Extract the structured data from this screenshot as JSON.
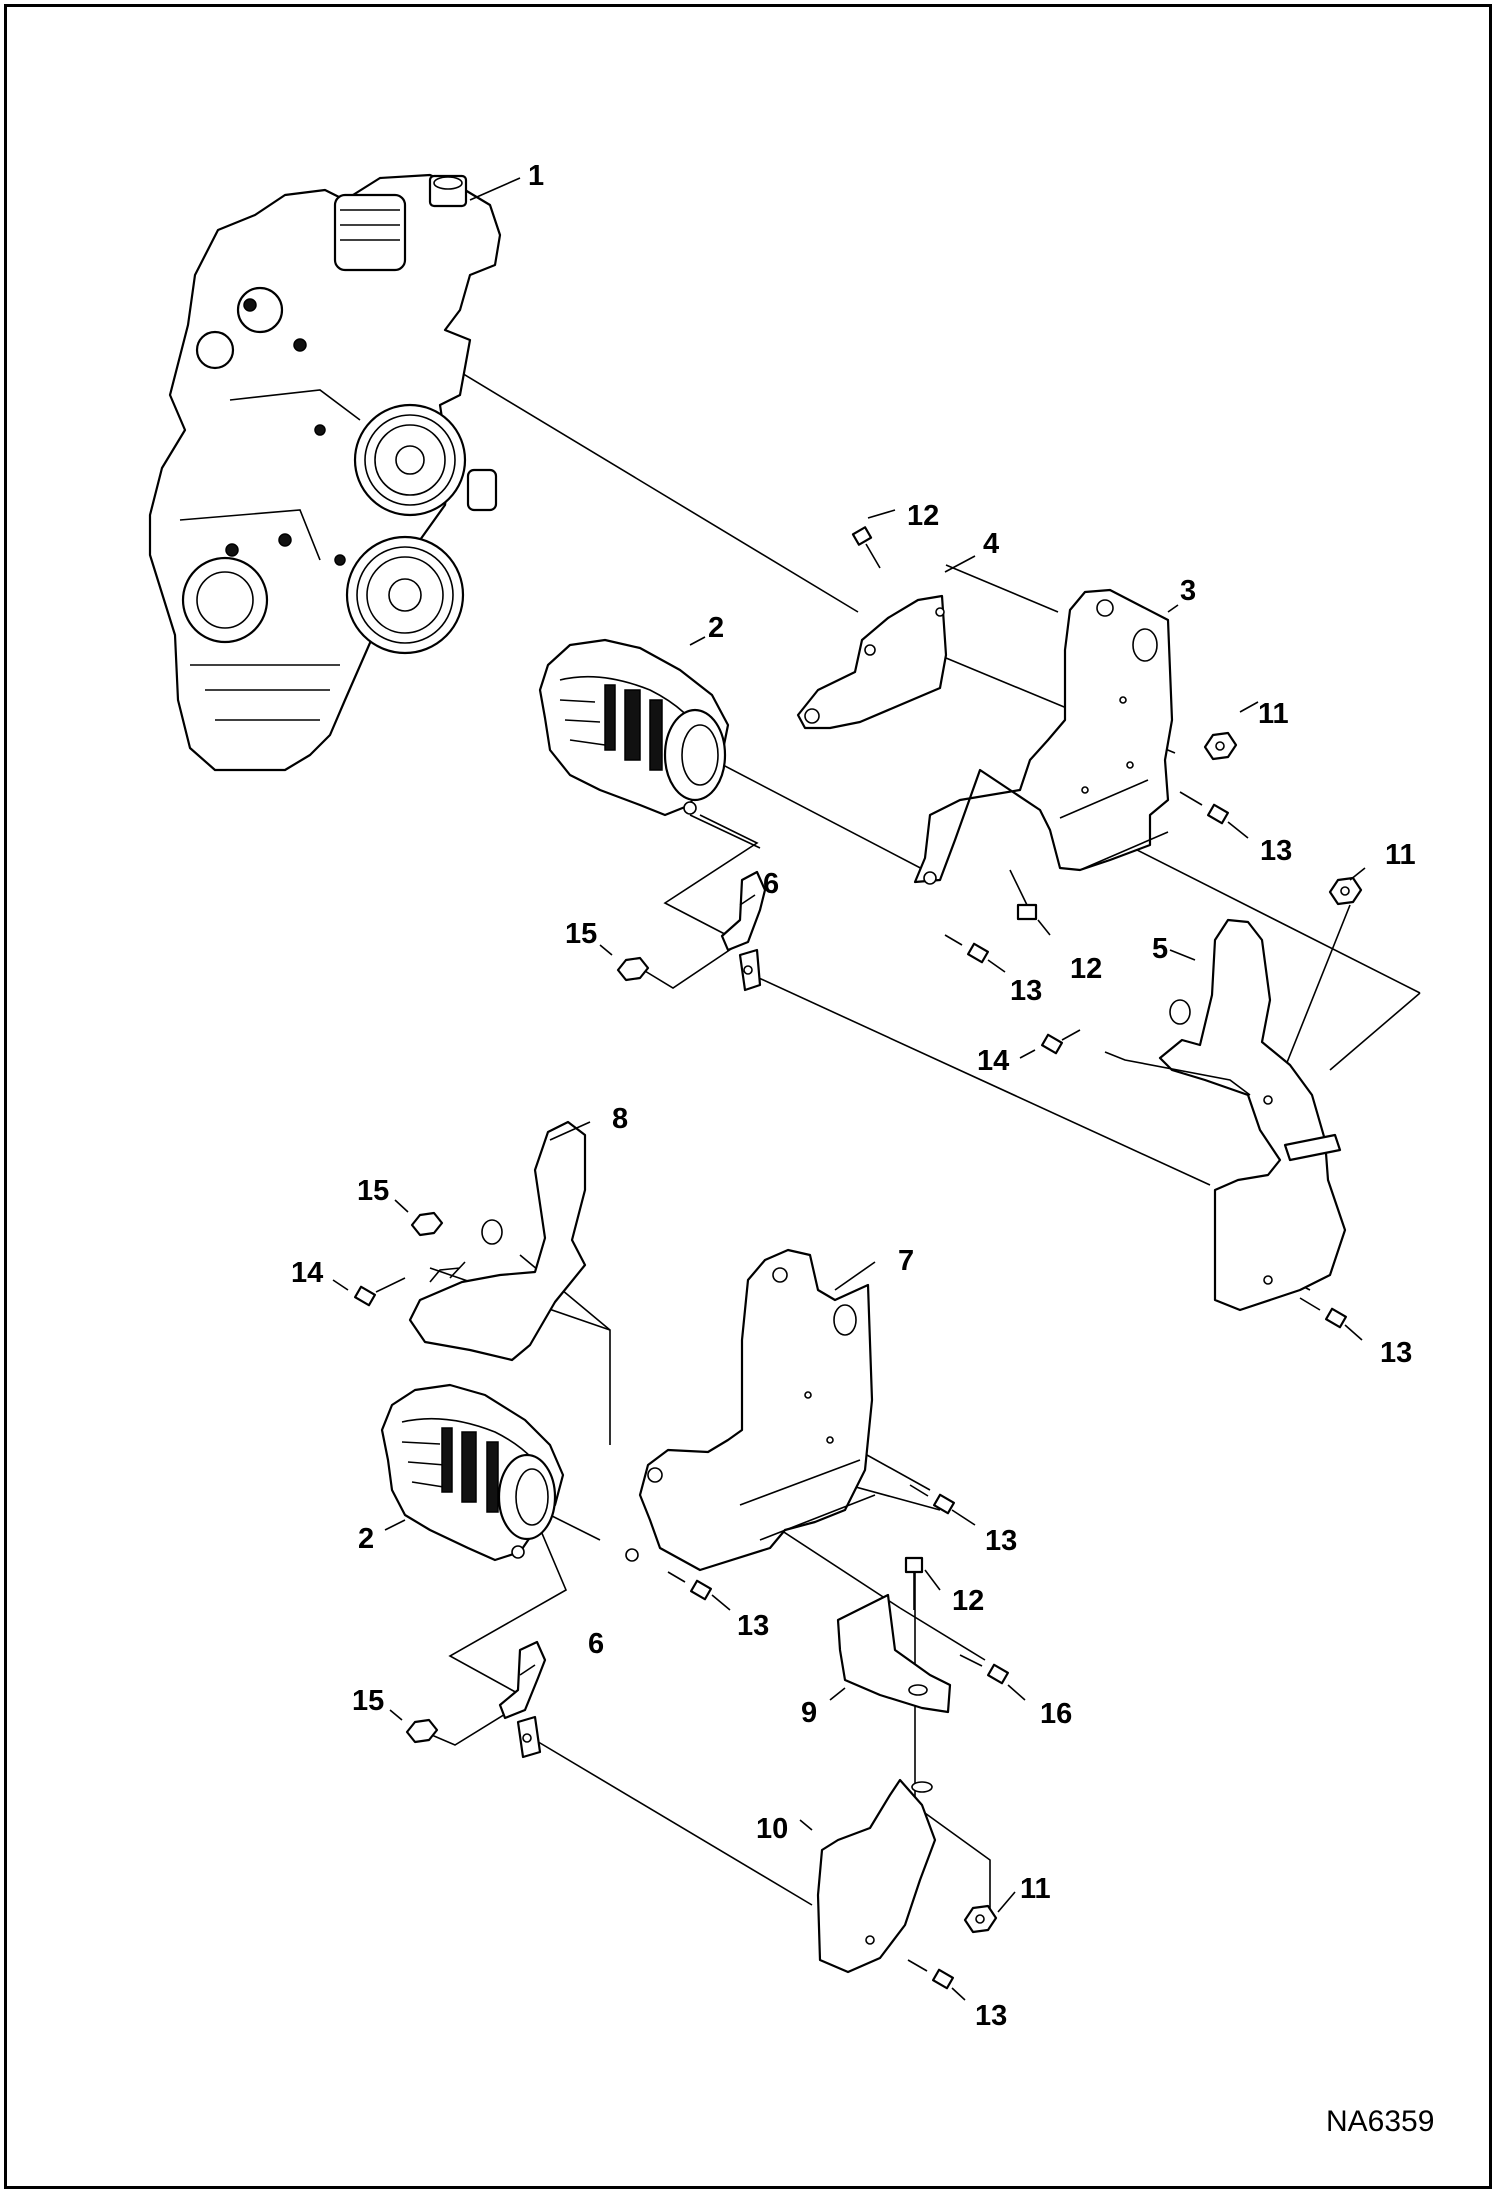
{
  "figure_id": "NA6359",
  "callouts": [
    "1",
    "2",
    "3",
    "4",
    "5",
    "6",
    "7",
    "8",
    "9",
    "10",
    "11",
    "12",
    "13",
    "14",
    "15",
    "16"
  ],
  "labels": {
    "c1": "1",
    "c2a": "2",
    "c2b": "2",
    "c3": "3",
    "c4": "4",
    "c5": "5",
    "c6a": "6",
    "c6b": "6",
    "c7": "7",
    "c8": "8",
    "c9": "9",
    "c10": "10",
    "c11a": "11",
    "c11b": "11",
    "c11c": "11",
    "c12a": "12",
    "c12b": "12",
    "c12c": "12",
    "c13a": "13",
    "c13b": "13",
    "c13c": "13",
    "c13d": "13",
    "c13e": "13",
    "c13f": "13",
    "c14a": "14",
    "c14b": "14",
    "c15a": "15",
    "c15b": "15",
    "c15c": "15",
    "c16": "16"
  },
  "colors": {
    "line": "#000000",
    "background": "#ffffff"
  }
}
